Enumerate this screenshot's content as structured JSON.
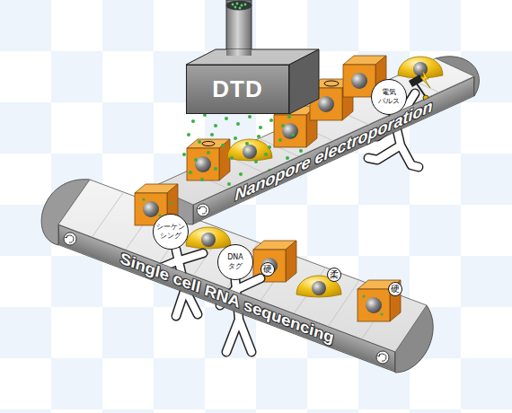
{
  "diagram": {
    "nodes": [
      {
        "text": [
          "DTD"
        ]
      },
      {
        "text": [
          "電気 パルス"
        ]
      },
      {
        "text": [
          "Nanopore electroporation"
        ]
      },
      {
        "text": [
          "シーケン シング"
        ]
      },
      {
        "text": [
          "DNA タグ"
        ]
      },
      {
        "text": [
          "Single cell RNA sequencing"
        ]
      },
      {
        "text": [
          "硬"
        ]
      },
      {
        "text": [
          "柔"
        ]
      },
      {
        "text": [
          "硬"
        ]
      }
    ]
  }
}
